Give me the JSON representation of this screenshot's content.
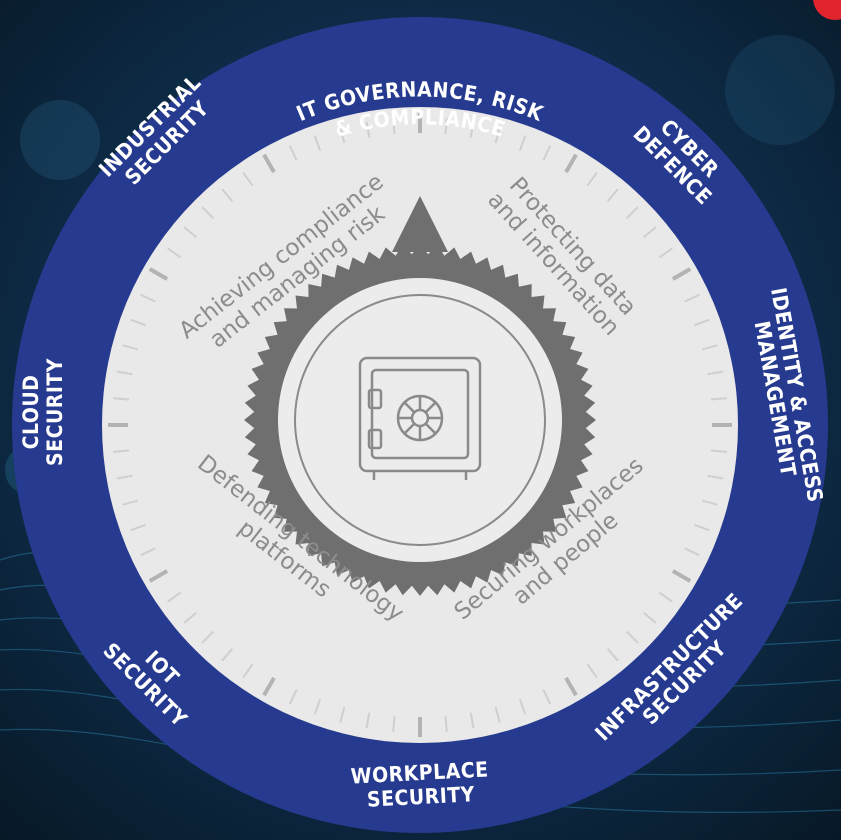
{
  "accent_colors": {
    "outer_ring": "#263a8f",
    "inner_disc": "#e9e9e9",
    "dial": "#6f6f6f",
    "background": "#0b2236",
    "corner_badge": "#e0242b"
  },
  "center_icon": "safe-vault-icon",
  "outer_domains": [
    {
      "lines": [
        "IT GOVERNANCE, RISK",
        "& COMPLIANCE"
      ]
    },
    {
      "lines": [
        "CYBER",
        "DEFENCE"
      ]
    },
    {
      "lines": [
        "IDENTITY & ACCESS",
        "MANAGEMENT"
      ]
    },
    {
      "lines": [
        "INFRASTRUCTURE",
        "SECURITY"
      ]
    },
    {
      "lines": [
        "WORKPLACE",
        "SECURITY"
      ]
    },
    {
      "lines": [
        "IOT",
        "SECURITY"
      ]
    },
    {
      "lines": [
        "CLOUD",
        "SECURITY"
      ]
    },
    {
      "lines": [
        "INDUSTRIAL",
        "SECURITY"
      ]
    }
  ],
  "inner_goals": [
    {
      "lines": [
        "Achieving compliance",
        "and managing risk"
      ]
    },
    {
      "lines": [
        "Protecting data",
        "and information"
      ]
    },
    {
      "lines": [
        "Securing workplaces",
        "and people"
      ]
    },
    {
      "lines": [
        "Defending technology",
        "platforms"
      ]
    }
  ]
}
